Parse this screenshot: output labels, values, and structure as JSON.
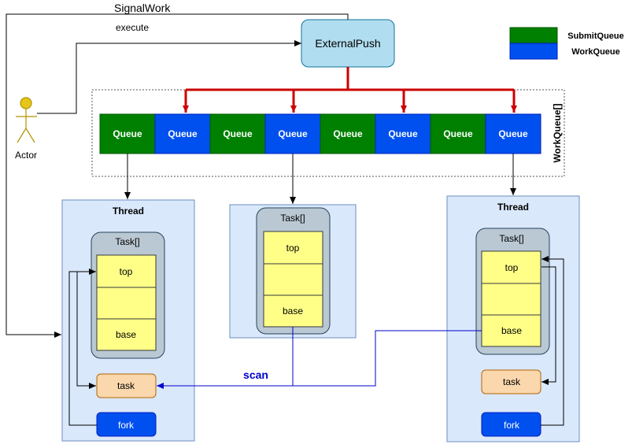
{
  "title_signalwork": "SignalWork",
  "label_execute": "execute",
  "actor": {
    "label": "Actor"
  },
  "external_push": {
    "label": "ExternalPush"
  },
  "legend": [
    {
      "label": "SubmitQueue",
      "color": "#008000"
    },
    {
      "label": "WorkQueue",
      "color": "#0050EF"
    }
  ],
  "workqueue_array": {
    "label": "WorkQueue[]",
    "queues": [
      {
        "label": "Queue",
        "kind": "submit"
      },
      {
        "label": "Queue",
        "kind": "work"
      },
      {
        "label": "Queue",
        "kind": "submit"
      },
      {
        "label": "Queue",
        "kind": "work"
      },
      {
        "label": "Queue",
        "kind": "submit"
      },
      {
        "label": "Queue",
        "kind": "work"
      },
      {
        "label": "Queue",
        "kind": "submit"
      },
      {
        "label": "Queue",
        "kind": "work"
      }
    ]
  },
  "left_thread": {
    "title": "Thread",
    "tasks_label": "Task[]",
    "slots": [
      "top",
      "",
      "base"
    ],
    "task": "task",
    "fork": "fork"
  },
  "middle_queue": {
    "tasks_label": "Task[]",
    "slots": [
      "top",
      "",
      "base"
    ]
  },
  "right_thread": {
    "title": "Thread",
    "tasks_label": "Task[]",
    "slots": [
      "top",
      "",
      "base"
    ],
    "task": "task",
    "fork": "fork"
  },
  "scan_label": "scan",
  "colors": {
    "submit": "#008000",
    "work": "#0050EF",
    "red_arrow": "#CC0000",
    "blue_line": "#0000CC",
    "thread_bg": "#DAE8FC",
    "thread_border": "#6C8EBF",
    "task_array_bg": "#BAC8D3",
    "slot_bg": "#FFFF88",
    "task_bg": "#FAD7AC",
    "external_bg": "#B1DDF0",
    "actor": "#E6C619"
  }
}
